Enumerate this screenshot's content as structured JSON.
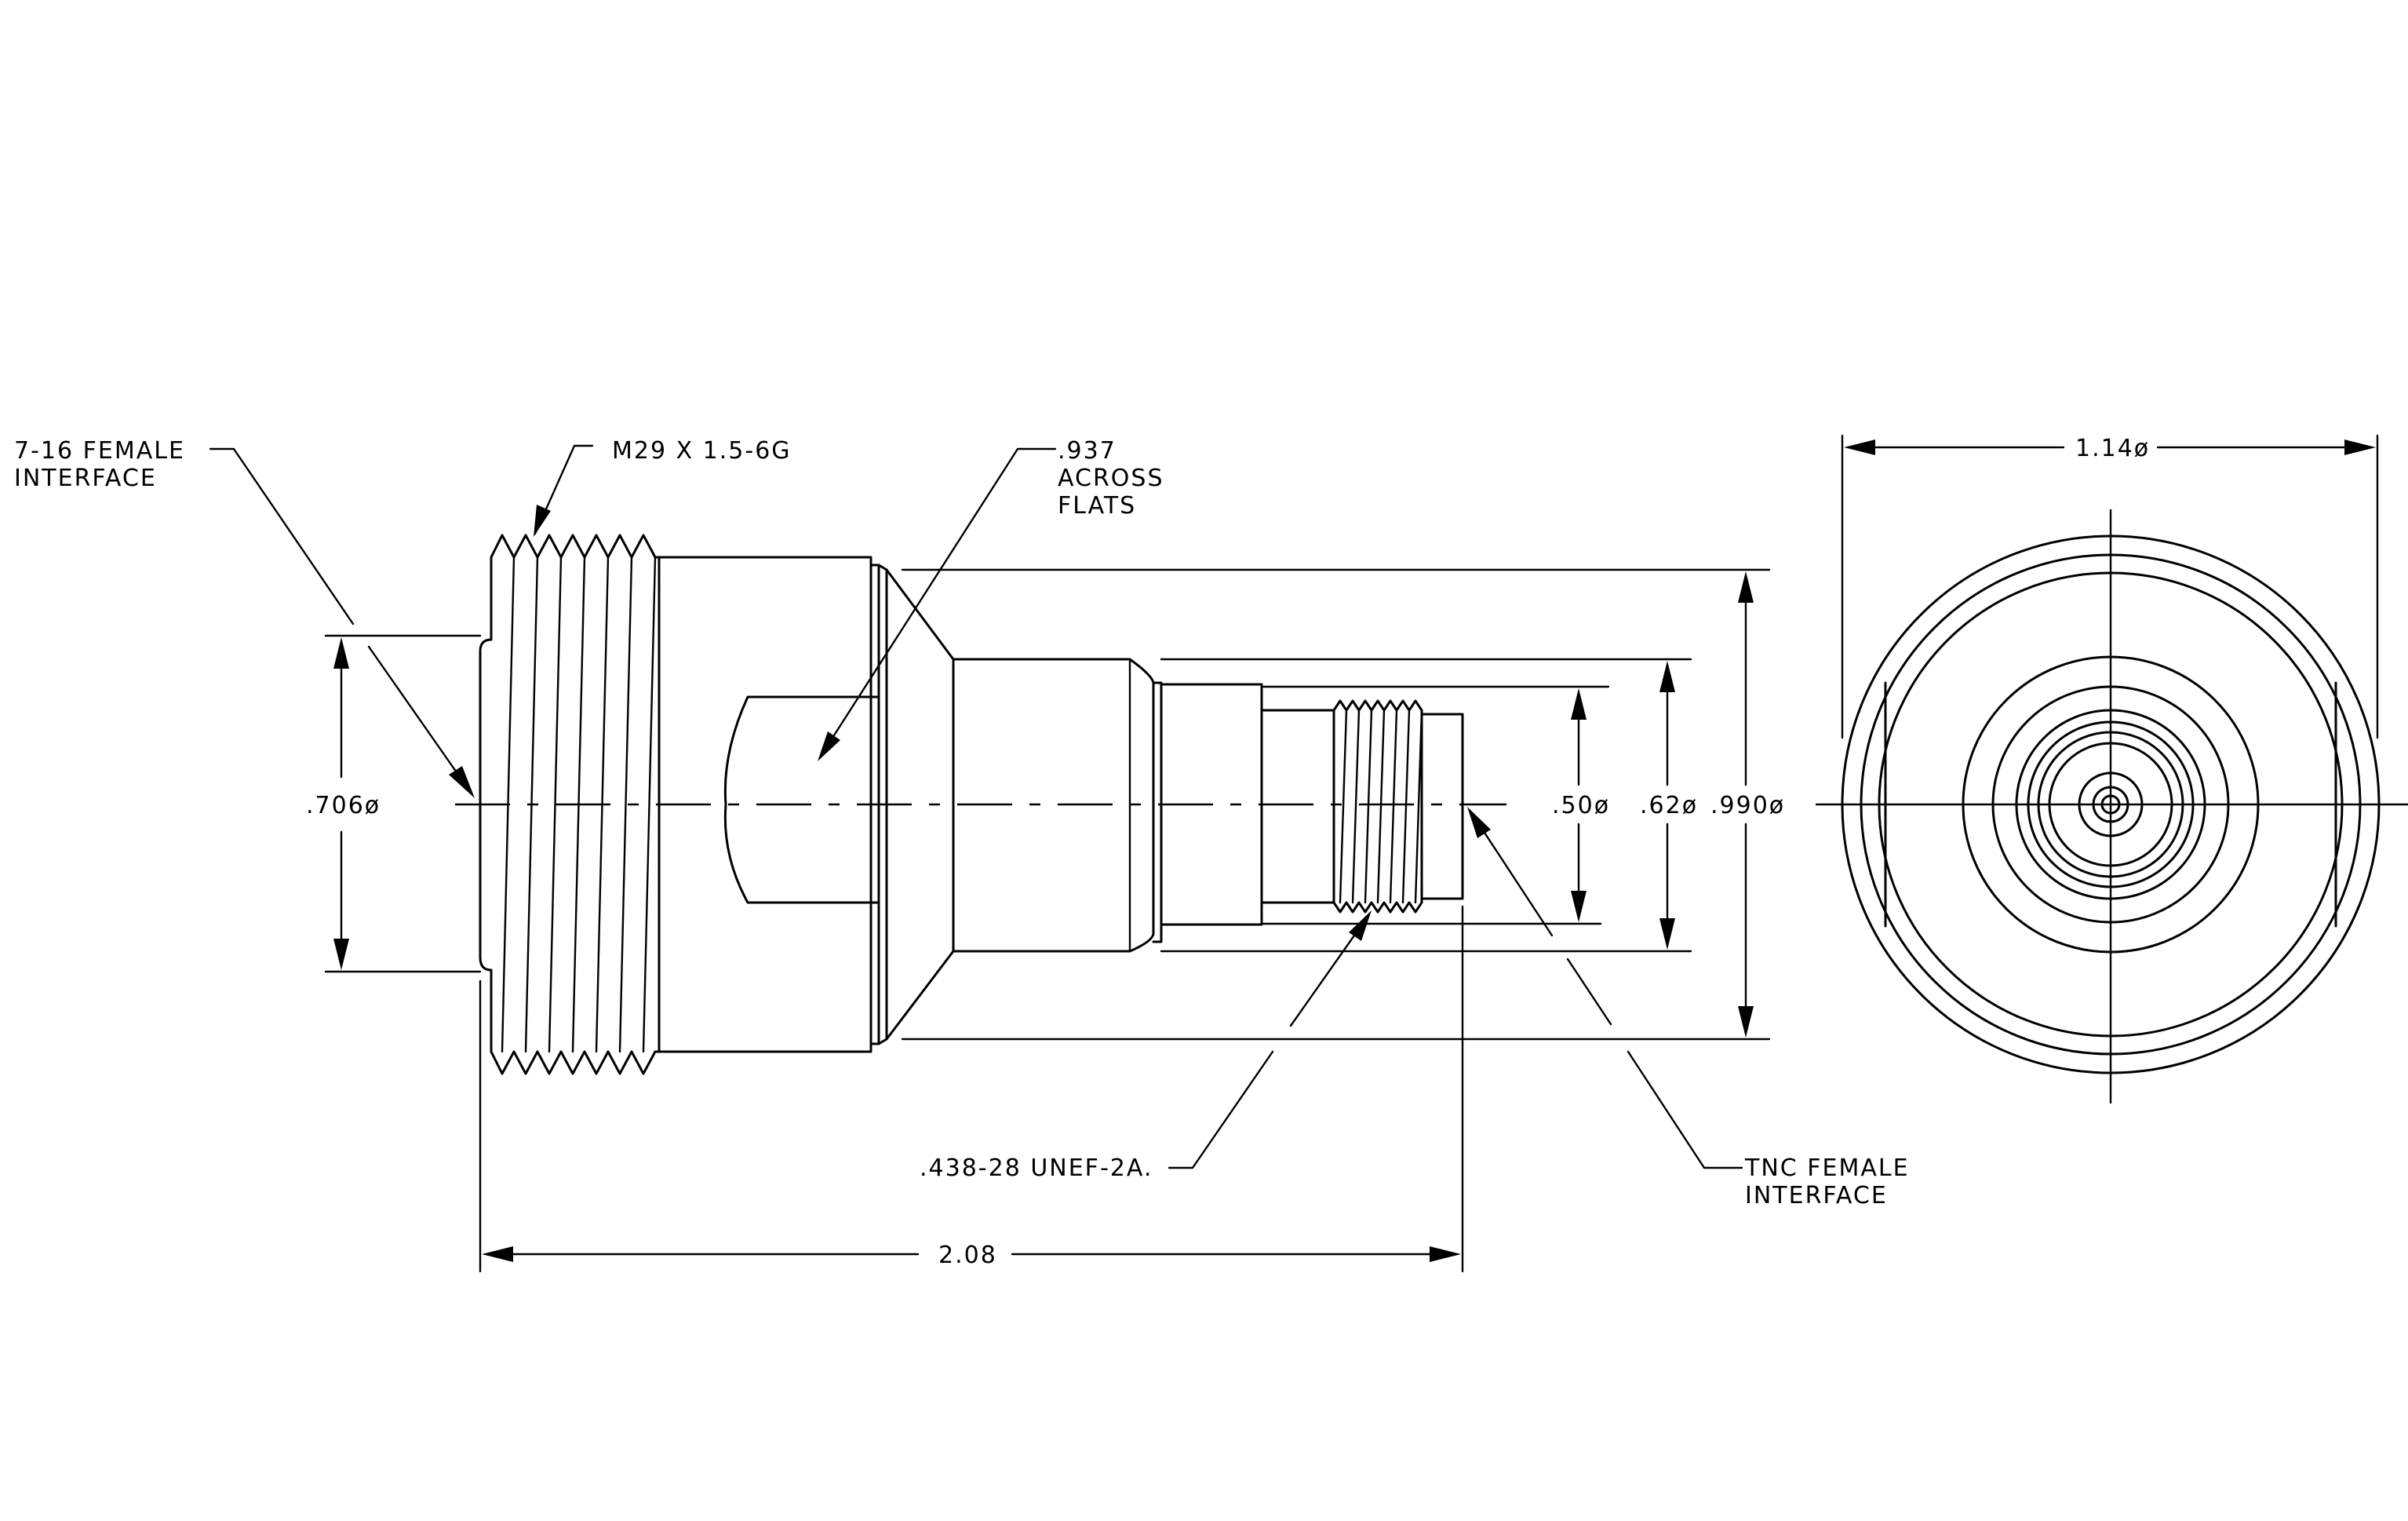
{
  "labels": {
    "interface_7_16": [
      "7-16 FEMALE",
      "INTERFACE"
    ],
    "thread_m29": "M29 X 1.5-6G",
    "across_flats": [
      ".937",
      "ACROSS",
      "FLATS"
    ],
    "dia_706": ".706ø",
    "dia_50": ".50ø",
    "dia_62": ".62ø",
    "dia_990": ".990ø",
    "dia_114": "1.14ø",
    "thread_unef": ".438-28 UNEF-2A.",
    "interface_tnc": [
      "TNC FEMALE",
      "INTERFACE"
    ],
    "length_208": "2.08"
  }
}
